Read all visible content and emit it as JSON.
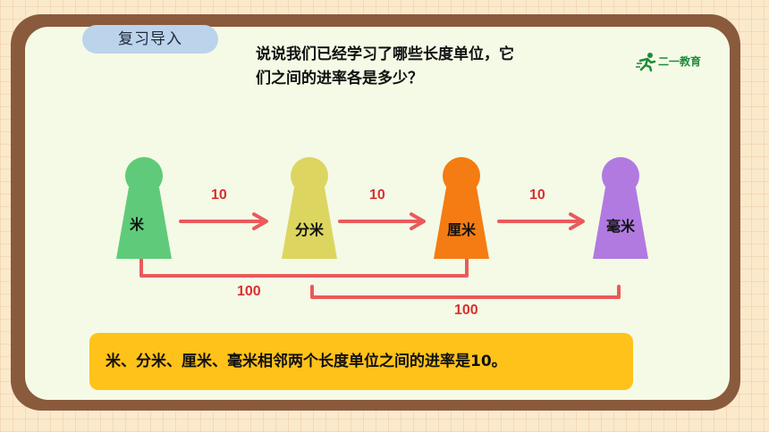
{
  "header": {
    "tab_label": "复习导入",
    "question_line1": "说说我们已经学习了哪些长度单位，它",
    "question_line2": "们之间的进率各是多少？",
    "logo_text": "二一教育"
  },
  "units": [
    {
      "label": "米",
      "color": "#5fcb7a"
    },
    {
      "label": "分米",
      "color": "#dcd660"
    },
    {
      "label": "厘米",
      "color": "#f47c12"
    },
    {
      "label": "毫米",
      "color": "#b07ae0"
    }
  ],
  "rates": {
    "adjacent": [
      "10",
      "10",
      "10"
    ],
    "skip_one": "100",
    "skip_two": "100"
  },
  "colors": {
    "arrow": "#ea5a5a",
    "frame": "#8a5a3c",
    "board": "#f4fae6",
    "summary_bg": "#ffc21a"
  },
  "summary": "米、分米、厘米、毫米相邻两个长度单位之间的进率是10。"
}
